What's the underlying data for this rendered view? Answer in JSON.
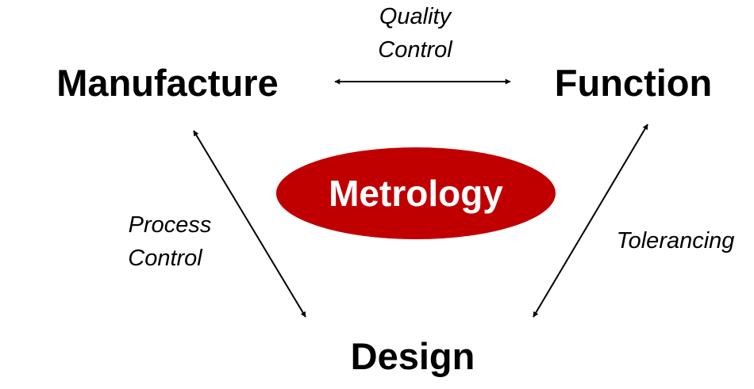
{
  "diagram": {
    "nodes": {
      "manufacture": "Manufacture",
      "function": "Function",
      "design": "Design"
    },
    "center": {
      "label": "Metrology",
      "fill_color": "#c00000",
      "text_color": "#ffffff"
    },
    "edges": {
      "quality_control": {
        "line1": "Quality",
        "line2": "Control"
      },
      "process_control": {
        "line1": "Process",
        "line2": "Control"
      },
      "tolerancing": {
        "line1": "Tolerancing"
      }
    },
    "colors": {
      "text": "#000000",
      "arrow": "#000000"
    }
  }
}
